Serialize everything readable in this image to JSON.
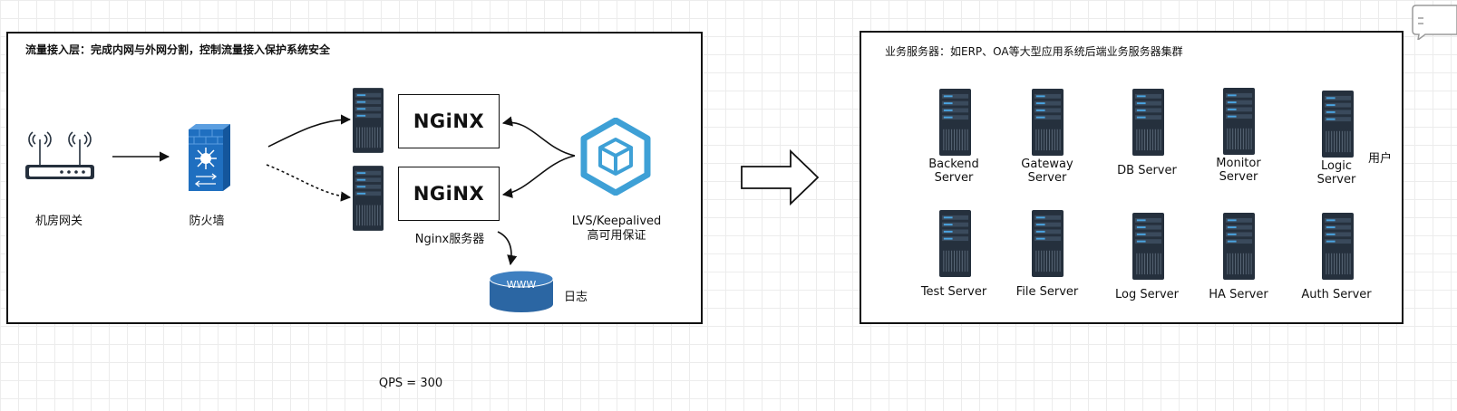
{
  "left_panel": {
    "title": "流量接入层：完成内网与外网分割，控制流量接入保护系统安全",
    "gateway_label": "机房网关",
    "firewall_label": "防火墙",
    "nginx_logo_text": "NGiNX",
    "nginx_servers_label": "Nginx服务器",
    "lvs_label_line1": "LVS/Keepalived",
    "lvs_label_line2": "高可用保证",
    "db_text": "WWW",
    "log_label": "日志"
  },
  "right_panel": {
    "title": "业务服务器：如ERP、OA等大型应用系统后端业务服务器集群",
    "servers": [
      {
        "line1": "Backend",
        "line2": "Server"
      },
      {
        "line1": "Gateway",
        "line2": "Server"
      },
      {
        "line1": "DB Server",
        "line2": ""
      },
      {
        "line1": "Monitor",
        "line2": "Server"
      },
      {
        "line1": "Logic",
        "line2": "Server"
      },
      {
        "line1": "Test Server",
        "line2": ""
      },
      {
        "line1": "File Server",
        "line2": ""
      },
      {
        "line1": "Log Server",
        "line2": ""
      },
      {
        "line1": "HA Server",
        "line2": ""
      },
      {
        "line1": "Auth Server",
        "line2": ""
      }
    ],
    "user_label": "用户"
  },
  "qps_label": "QPS = 300",
  "colors": {
    "server_dark": "#25303d",
    "server_accent": "#4aa3df",
    "firewall_blue": "#1f6fc0",
    "lvs_blue": "#3ea0d6",
    "db_blue": "#2b66a3"
  }
}
